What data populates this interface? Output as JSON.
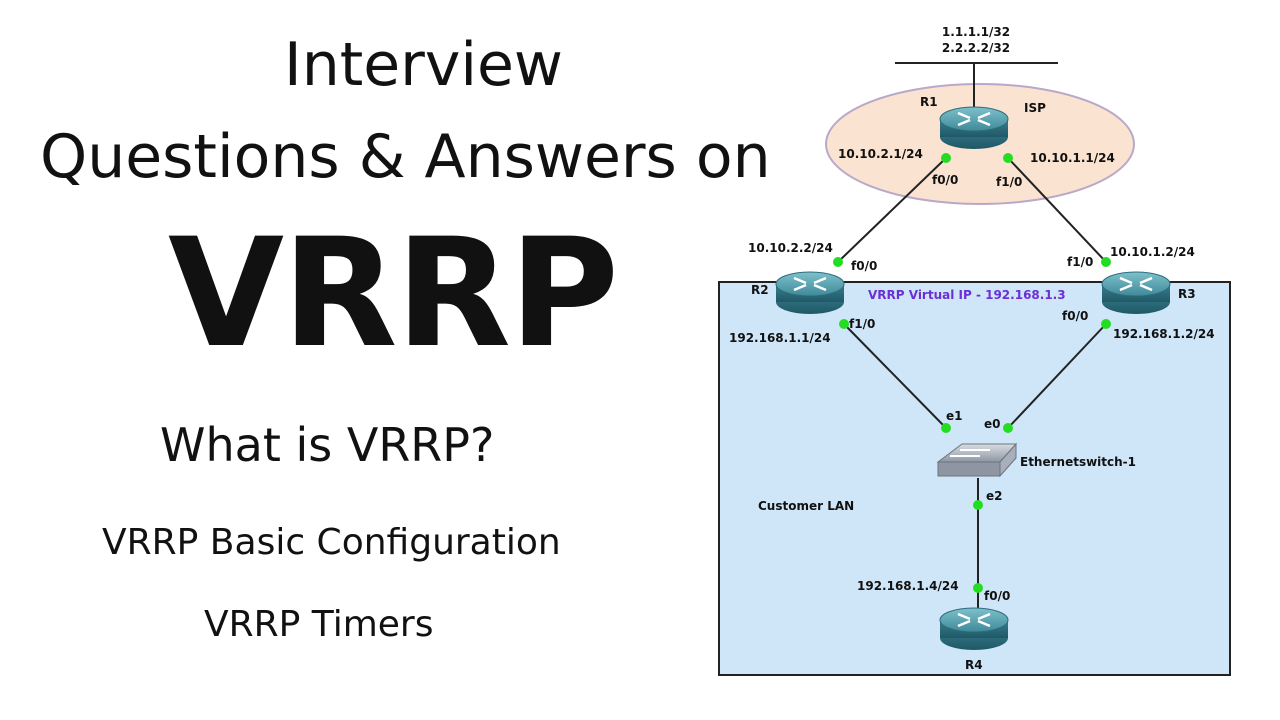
{
  "slide": {
    "title_line1": "Interview",
    "title_line2": "Questions & Answers on",
    "big_title": "VRRP",
    "topic1": "What is VRRP?",
    "topic2": "VRRP Basic Configuration",
    "topic3": "VRRP Timers"
  },
  "diagram": {
    "loopbacks_line1": "1.1.1.1/32",
    "loopbacks_line2": "2.2.2.2/32",
    "isp_label": "ISP",
    "r1": {
      "name": "R1",
      "if_left": "f0/0",
      "ip_left": "10.10.2.1/24",
      "if_right": "f1/0",
      "ip_right": "10.10.1.1/24"
    },
    "r2": {
      "name": "R2",
      "if_up": "f0/0",
      "ip_up": "10.10.2.2/24",
      "if_down": "f1/0",
      "ip_down": "192.168.1.1/24"
    },
    "r3": {
      "name": "R3",
      "if_up": "f1/0",
      "ip_up": "10.10.1.2/24",
      "if_down": "f0/0",
      "ip_down": "192.168.1.2/24"
    },
    "r4": {
      "name": "R4",
      "if_up": "f0/0",
      "ip_up": "192.168.1.4/24"
    },
    "switch": {
      "name": "Ethernetswitch-1",
      "if_e1": "e1",
      "if_e0": "e0",
      "if_e2": "e2"
    },
    "vrrp_vip": "VRRP Virtual IP - 192.168.1.3",
    "lan_label": "Customer LAN",
    "colors": {
      "isp_fill": "#fbe3d1",
      "isp_stroke": "#b9a9c9",
      "lan_fill": "#cfe6f9",
      "vip_text": "#6b2fd6",
      "link_dot": "#22dd22",
      "router": "#3f8a99"
    }
  }
}
